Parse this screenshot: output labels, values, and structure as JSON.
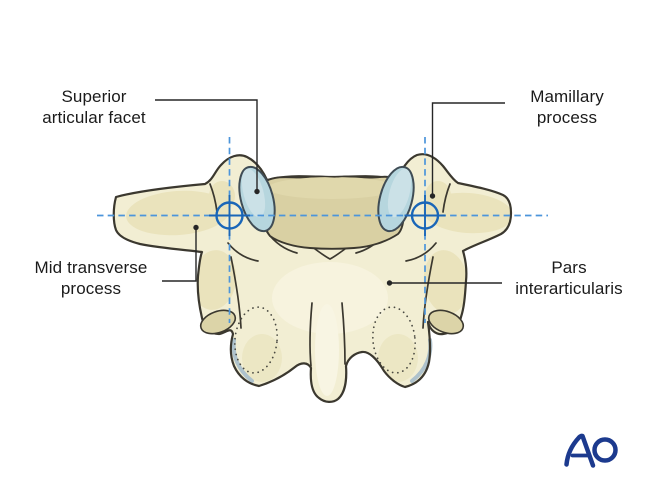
{
  "figure": {
    "type": "anatomical-diagram",
    "subject": "Posterior view of a lumbar vertebra with pedicle screw entry point landmarks",
    "labels": {
      "superior_articular_facet": {
        "line1": "Superior",
        "line2": "articular facet"
      },
      "mamillary_process": {
        "line1": "Mamillary",
        "line2": "process"
      },
      "mid_transverse_process": {
        "line1": "Mid transverse",
        "line2": "process"
      },
      "pars_interarticularis": {
        "line1": "Pars",
        "line2": "interarticularis"
      }
    },
    "markers": {
      "left_entry_point": "crosshair",
      "right_entry_point": "crosshair"
    },
    "logo": {
      "text": "AO"
    },
    "colors": {
      "bone_fill": "#F2EED3",
      "bone_shade": "#EAE3BC",
      "bone_outline": "#3B382F",
      "vertebral_body_fill": "#D9D0A3",
      "cut_surface_fill": "#DCD4A8",
      "facet_fill": "#B6D6DE",
      "facet_highlight": "#CFE3E9",
      "facet_outline": "#3F4C55",
      "cartilage_rim": "#AEC2CC",
      "guide_blue": "#4C95DB",
      "crosshair_blue": "#1A66B8",
      "leader_color": "#262626",
      "text_color": "#1b1b1b",
      "logo_navy": "#1C3A8E"
    }
  }
}
